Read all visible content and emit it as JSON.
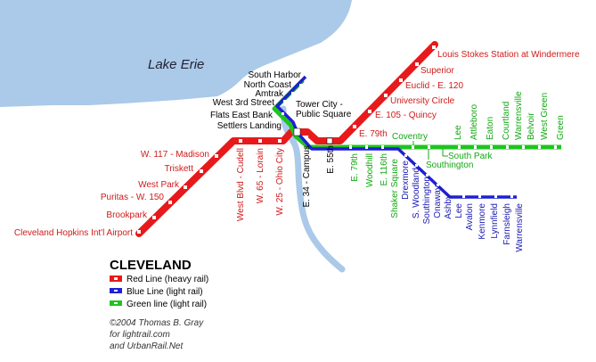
{
  "map": {
    "lake_name": "Lake Erie",
    "title": "CLEVELAND",
    "colors": {
      "lake": "#abc9e8",
      "river": "#abc9e8",
      "red_line": "#e8191b",
      "blue_line": "#1f1fd4",
      "green_line": "#1fc41f",
      "red_text": "#d01a1a",
      "blue_text": "#1a1ab4",
      "green_text": "#14a814",
      "black_text": "#000000"
    },
    "legend": [
      {
        "line": "red",
        "label": "Red Line (heavy rail)"
      },
      {
        "line": "blue",
        "label": "Blue Line (light rail)"
      },
      {
        "line": "green",
        "label": "Green line (light rail)"
      }
    ],
    "credits": [
      "©2004 Thomas B. Gray",
      "for lightrail.com",
      "and UrbanRail.Net"
    ]
  },
  "stations": {
    "red_west": [
      "W. 117 - Madison",
      "Triskett",
      "West Park",
      "Puritas - W. 150",
      "Brookpark",
      "Cleveland Hopkins Int'l Airport"
    ],
    "red_west_vertical": [
      "West Blvd - Cudell",
      "W. 65 - Lorain",
      "W. 25 - Ohio City"
    ],
    "red_east": [
      "Louis Stokes Station at Windermere",
      "Superior",
      "Euclid - E. 120",
      "University Circle",
      "E. 105 - Quincy",
      "E. 79th"
    ],
    "waterfront": [
      "South Harbor",
      "North Coast",
      "Amtrak",
      "West 3rd Street",
      "Flats East Bank",
      "Settlers Landing"
    ],
    "tower_city": "Tower City - Public Square",
    "shared_vertical": [
      "E. 34 - Campus",
      "E. 55th"
    ],
    "green_vertical": [
      "E. 79th",
      "Woodhill",
      "E. 116th",
      "Shaker Square"
    ],
    "green_horizontal": [
      "Coventry",
      "South Park",
      "Southington"
    ],
    "green_east_vertical": [
      "Lee",
      "Attleboro",
      "Eaton",
      "Courtland",
      "Warrensville",
      "Belvoir",
      "West Green",
      "Green"
    ],
    "blue_vertical": [
      "Drexmore",
      "S. Woodland",
      "Southington",
      "Onaway",
      "Ashby",
      "Lee",
      "Avalon",
      "Kenmore",
      "Lynnfield",
      "Farnsleigh",
      "Warrensville"
    ]
  }
}
